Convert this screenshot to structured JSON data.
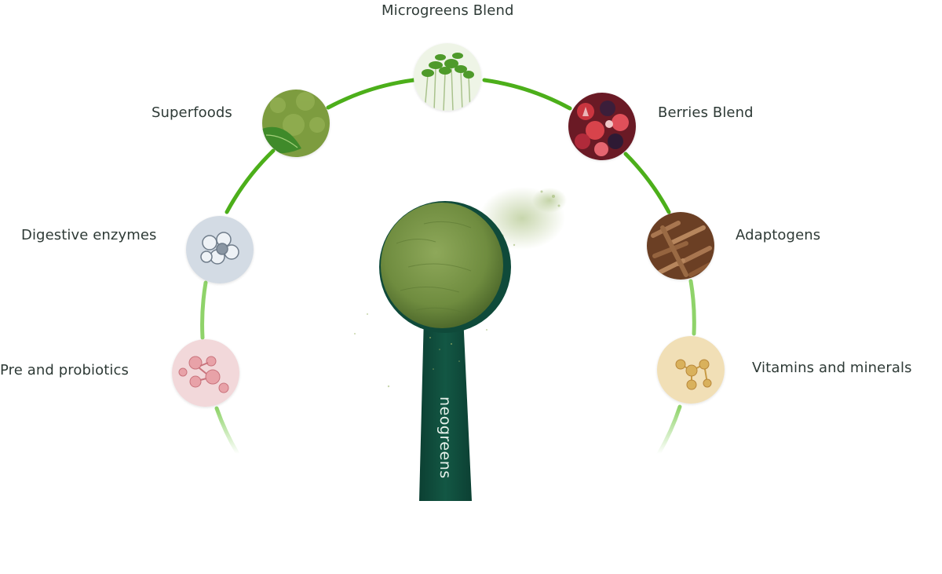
{
  "colors": {
    "arc_green": "#4caf1a",
    "arc_light": "#8fd36a",
    "label_text": "#2e3a36",
    "scoop_dark": "#0f4a3a",
    "powder": "#7e9a4a"
  },
  "brand": {
    "scoop_text": "neogreens"
  },
  "ingredients": [
    {
      "label": "Microgreens Blend",
      "icon": "microgreens-icon"
    },
    {
      "label": "Superfoods",
      "icon": "superfoods-icon"
    },
    {
      "label": "Berries Blend",
      "icon": "berries-icon"
    },
    {
      "label": "Digestive enzymes",
      "icon": "enzymes-icon"
    },
    {
      "label": "Adaptogens",
      "icon": "adaptogens-icon"
    },
    {
      "label": "Pre and probiotics",
      "icon": "probiotics-icon"
    },
    {
      "label": "Vitamins and minerals",
      "icon": "vitamins-icon"
    }
  ]
}
